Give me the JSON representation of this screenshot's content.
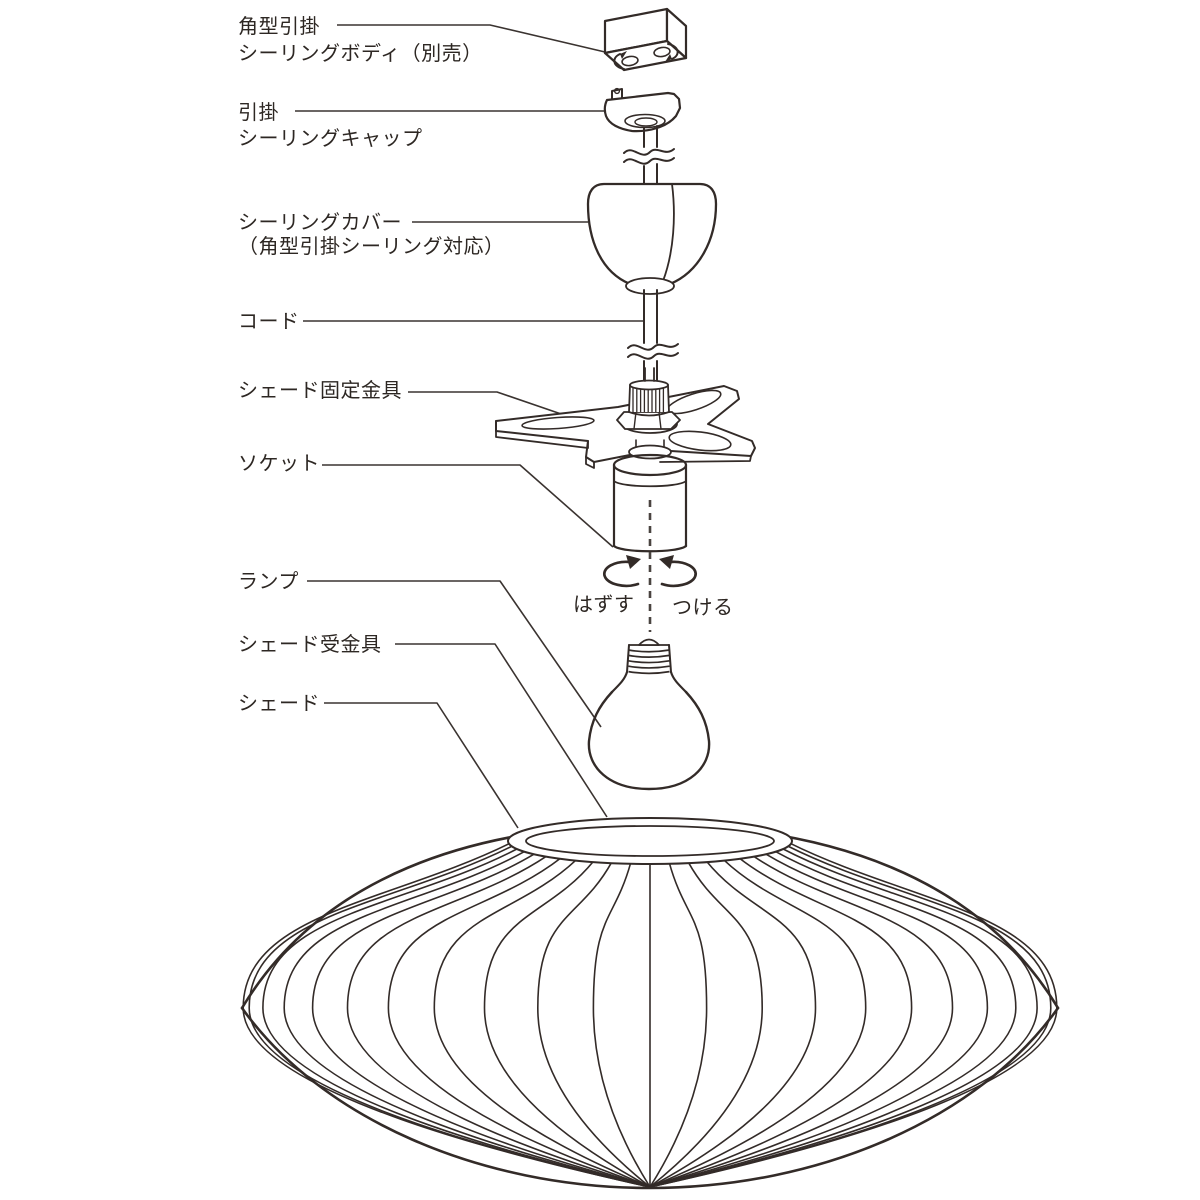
{
  "diagram": {
    "background": "#ffffff",
    "line_color": "#332b28",
    "text_color": "#2d2723",
    "parts": {
      "ceiling_body": {
        "label_line1": "角型引掛",
        "label_line2": "シーリングボディ（別売）"
      },
      "ceiling_cap": {
        "label_line1": "引掛",
        "label_line2": "シーリングキャップ"
      },
      "ceiling_cover": {
        "label_line1": "シーリングカバー",
        "label_line2": "（角型引掛シーリング対応）"
      },
      "cord": {
        "label": "コード"
      },
      "shade_fixing_bracket": {
        "label": "シェード固定金具"
      },
      "socket": {
        "label": "ソケット"
      },
      "lamp": {
        "label": "ランプ"
      },
      "shade_receiving_bracket": {
        "label": "シェード受金具"
      },
      "shade": {
        "label": "シェード"
      }
    },
    "rotation": {
      "unscrew": "はずす",
      "attach": "つける"
    }
  }
}
